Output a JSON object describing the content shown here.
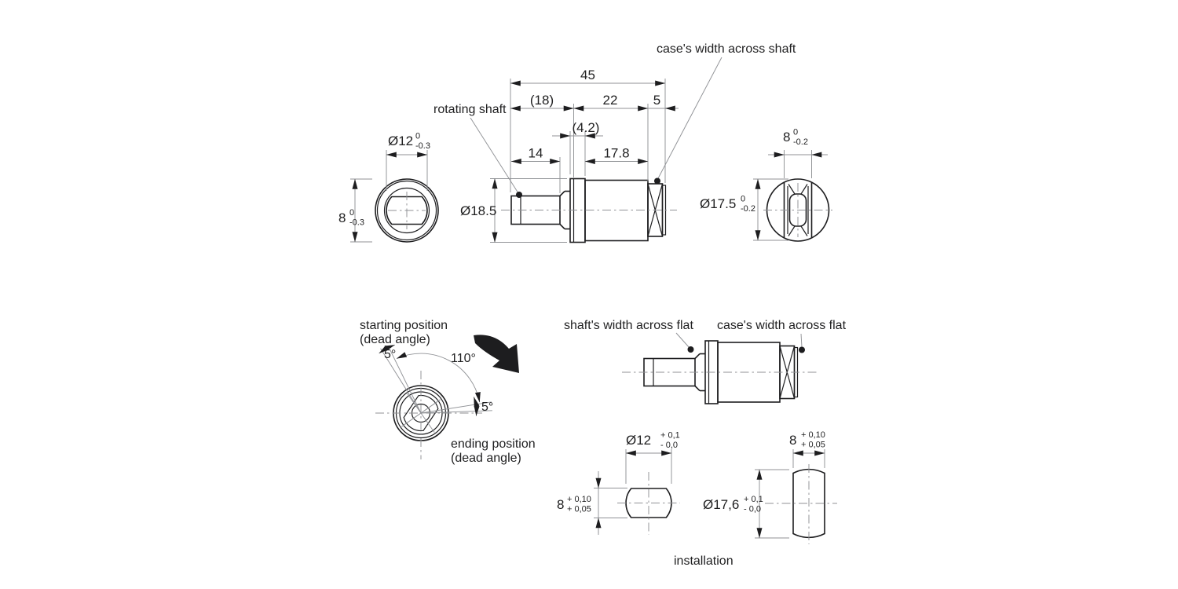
{
  "colors": {
    "background": "#ffffff",
    "outline": "#1d1d1f",
    "thin_line": "#909296",
    "text": "#1f1f20"
  },
  "labels": {
    "rotating_shaft": "rotating shaft",
    "case_width_across_shaft": "case's width across shaft",
    "shaft_width_across_flat": "shaft's width across flat",
    "case_width_across_flat": "case's width across flat",
    "starting_position_1": "starting position",
    "starting_position_2": "(dead angle)",
    "ending_position_1": "ending position",
    "ending_position_2": "(dead angle)",
    "installation": "installation"
  },
  "side_view_dims": {
    "overall_length": "45",
    "shaft_protrusion": "(18)",
    "case_length": "22",
    "rear_length": "5",
    "bushing_length": "(4.2)",
    "shaft_flat_length": "14",
    "front_case_length": "17.8",
    "flange_diameter": "Ø18.5"
  },
  "front_view_dims": {
    "shaft_diameter": {
      "value": "Ø12",
      "tol_upper": "0",
      "tol_lower": "-0.3"
    },
    "shaft_across_flats": {
      "value": "8",
      "tol_upper": "0",
      "tol_lower": "-0.3"
    }
  },
  "rear_view_dims": {
    "case_across_flats": {
      "value": "8",
      "tol_upper": "0",
      "tol_lower": "-0.2"
    },
    "case_diameter": {
      "value": "Ø17.5",
      "tol_upper": "0",
      "tol_lower": "-0.2"
    }
  },
  "rotation_dims": {
    "start_dead_angle": "5°",
    "travel_angle": "110°",
    "end_dead_angle": "5°"
  },
  "installation_dims": {
    "shaft_hole_width": {
      "value": "Ø12",
      "tol_upper": "+ 0,1",
      "tol_lower": "- 0,0"
    },
    "shaft_hole_height": {
      "value": "8",
      "tol_upper": "+ 0,10",
      "tol_lower": "+ 0,05"
    },
    "case_hole_width": {
      "value": "8",
      "tol_upper": "+ 0,10",
      "tol_lower": "+ 0,05"
    },
    "case_hole_height": {
      "value": "Ø17,6",
      "tol_upper": "+ 0,1",
      "tol_lower": "- 0,0"
    }
  }
}
